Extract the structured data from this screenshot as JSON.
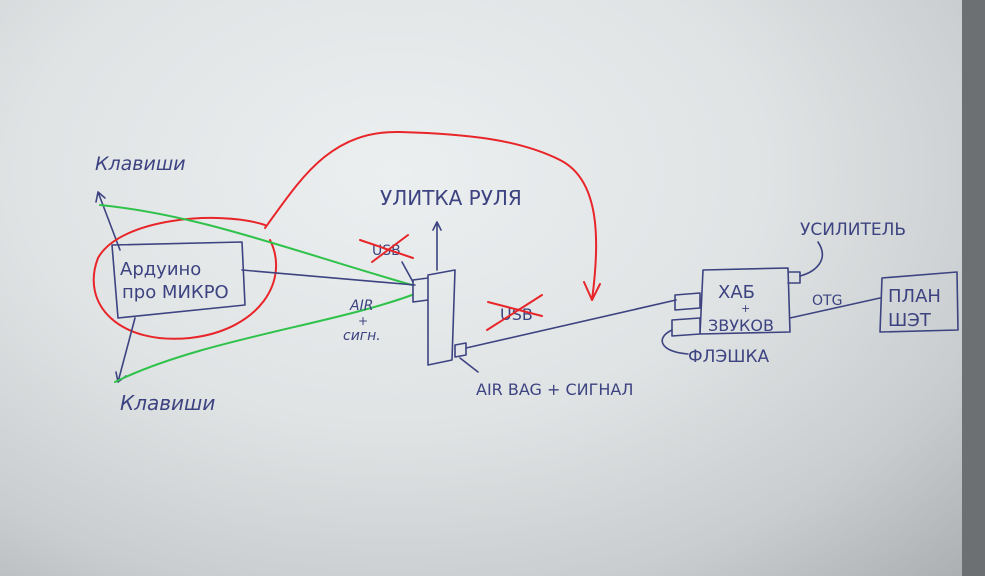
{
  "labels": {
    "keys_top": "Клавиши",
    "keys_bottom": "Клавиши",
    "arduino_line1": "Ардуино",
    "arduino_line2": "про МИКРО",
    "steering_clock": "УЛИТКА РУЛЯ",
    "usb_crossed_1": "USB",
    "usb_crossed_2": "USB",
    "air_line1": "AIR",
    "air_line2": "+",
    "air_line3": "сигн.",
    "airbag": "AIR BAG + СИГНАЛ",
    "hub_line1": "ХАБ",
    "hub_line2": "+",
    "hub_line3": "ЗВУКОВ",
    "flash": "ФЛЭШКА",
    "amplifier": "УСИЛИТЕЛЬ",
    "otg": "OTG",
    "tablet_line1": "ПЛАН",
    "tablet_line2": "ШЭТ"
  },
  "colors": {
    "ink": "#3d4380",
    "red": "#e8262a",
    "green": "#2fc24a",
    "paper": "#e4e7e8"
  }
}
